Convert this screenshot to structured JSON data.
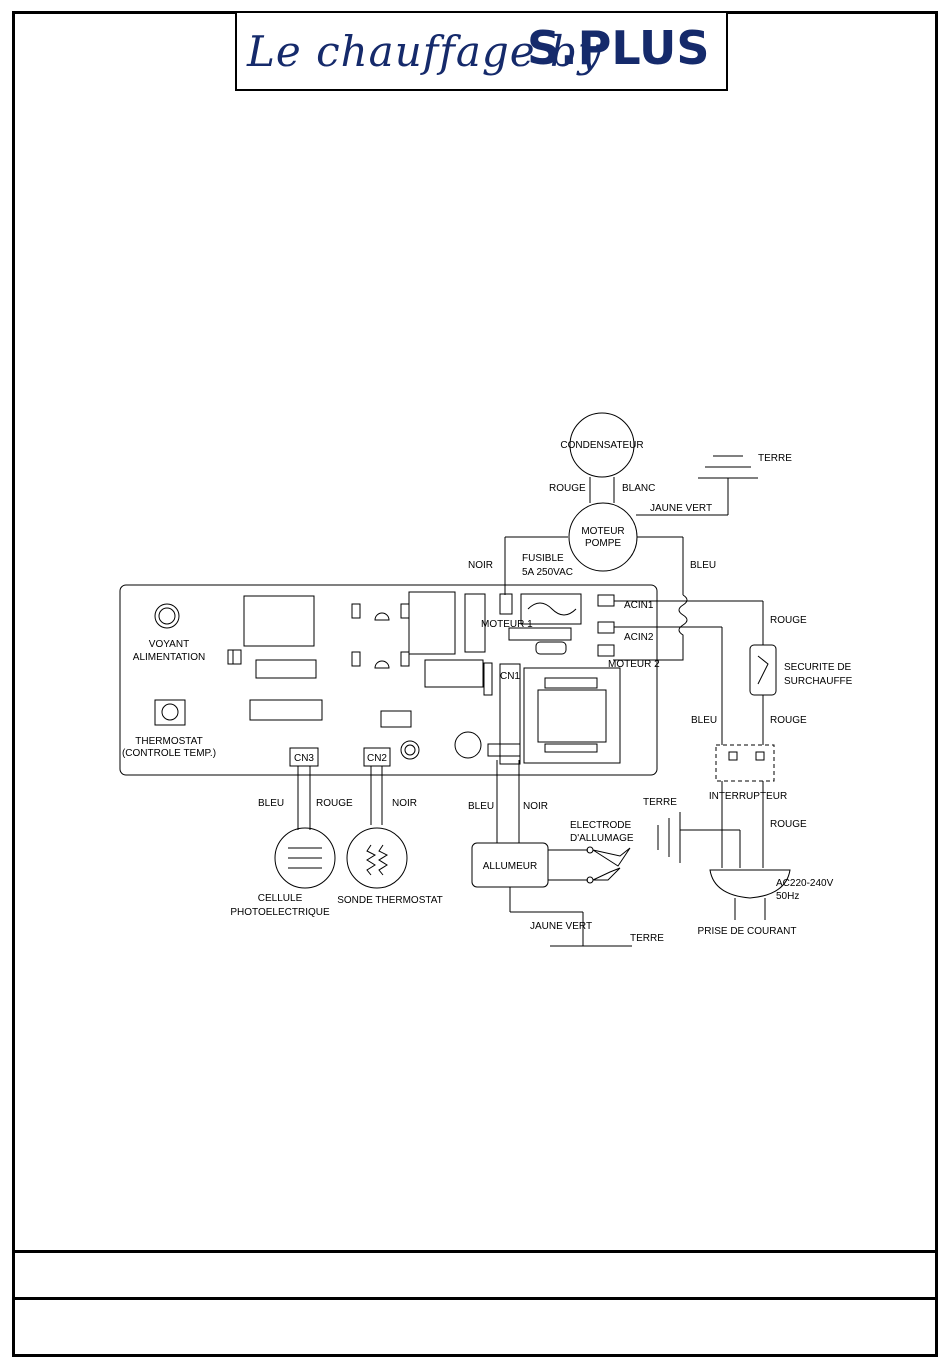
{
  "logo": {
    "script": "Le chauffage by",
    "brand": "S.PLUS",
    "colors": {
      "brand_blue": "#152a6b",
      "dot_red": "#e21b23"
    }
  },
  "diagram": {
    "labels": {
      "condensateur": "CONDENSATEUR",
      "terre_top": "TERRE",
      "rouge_cond": "ROUGE",
      "blanc_cond": "BLANC",
      "jaune_vert_top": "JAUNE VERT",
      "moteur_pompe_1": "MOTEUR",
      "moteur_pompe_2": "POMPE",
      "noir_top": "NOIR",
      "fusible_1": "FUSIBLE",
      "fusible_2": "5A 250VAC",
      "bleu_top": "BLEU",
      "acin1": "ACIN1",
      "acin2": "ACIN2",
      "moteur1": "MOTEUR 1",
      "moteur2": "MOTEUR 2",
      "rouge_right1": "ROUGE",
      "securite_1": "SECURITE DE",
      "securite_2": "SURCHAUFFE",
      "voyant_1": "VOYANT",
      "voyant_2": "ALIMENTATION",
      "cn1": "CN1",
      "cn2": "CN2",
      "cn3": "CN3",
      "thermostat_1": "THERMOSTAT",
      "thermostat_2": "(CONTROLE TEMP.)",
      "bleu_right": "BLEU",
      "rouge_right2": "ROUGE",
      "interrupteur": "INTERRUPTEUR",
      "rouge_right3": "ROUGE",
      "bleu_cn3": "BLEU",
      "rouge_cn3": "ROUGE",
      "noir_cn2": "NOIR",
      "bleu_cn1": "BLEU",
      "noir_cn1": "NOIR",
      "terre_mid": "TERRE",
      "electrode_1": "ELECTRODE",
      "electrode_2": "D'ALLUMAGE",
      "allumeur": "ALLUMEUR",
      "ac_1": "AC220-240V",
      "ac_2": "50Hz",
      "cellule_1": "CELLULE",
      "cellule_2": "PHOTOELECTRIQUE",
      "sonde": "SONDE THERMOSTAT",
      "jaune_vert_bottom": "JAUNE VERT",
      "terre_bottom": "TERRE",
      "prise": "PRISE DE COURANT"
    }
  },
  "footer_rows": [
    "",
    ""
  ]
}
